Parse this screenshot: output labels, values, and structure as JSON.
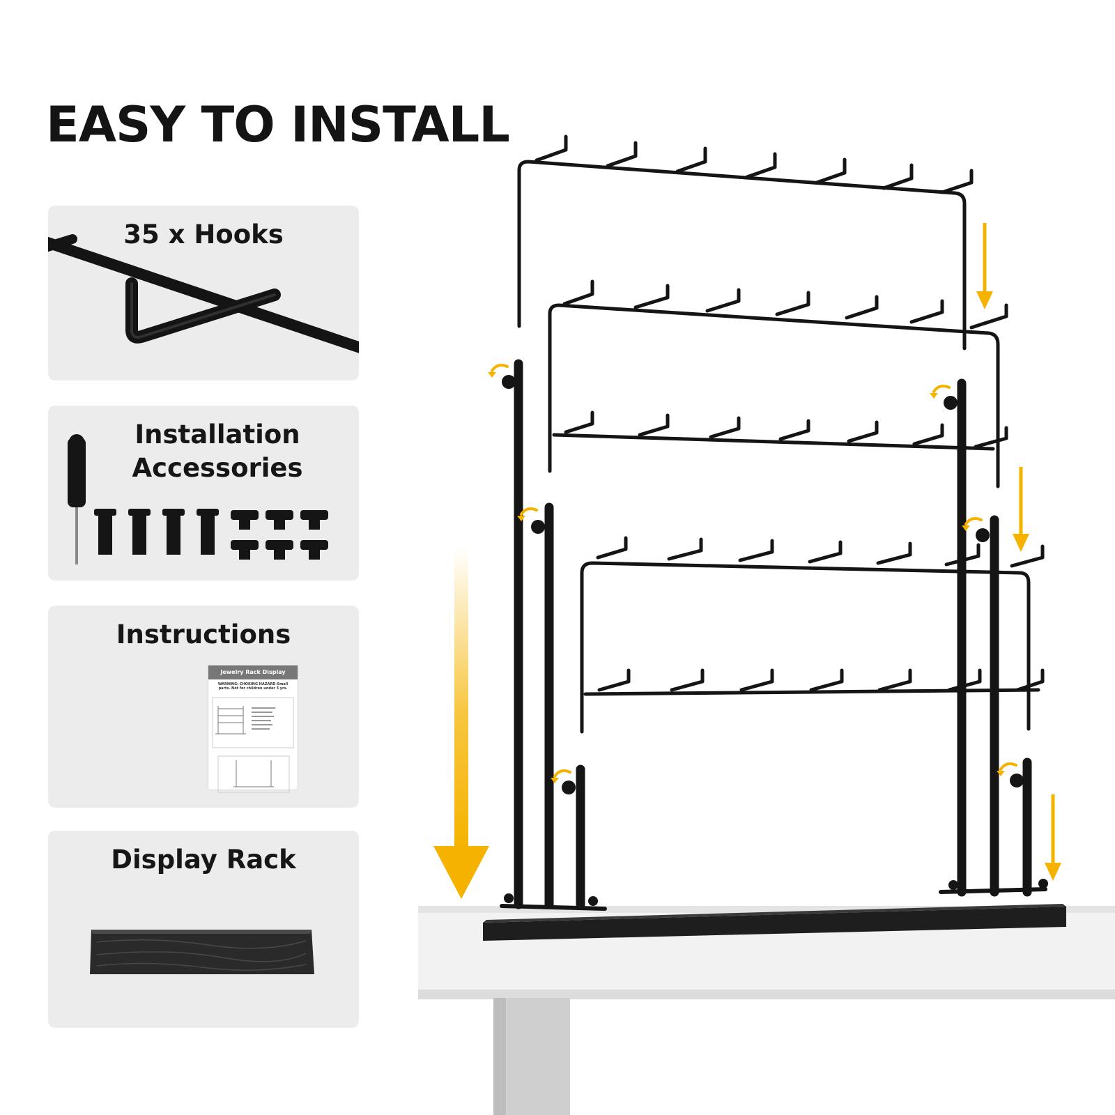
{
  "headline": "EASY TO INSTALL",
  "cards": {
    "hooks": {
      "title": "35 x Hooks",
      "icon": "hook-icon"
    },
    "accessories": {
      "title_line1": "Installation",
      "title_line2": "Accessories",
      "icon": "screwdriver-icon"
    },
    "instructions": {
      "title": "Instructions",
      "doc_title": "Jewelry Rack Display",
      "doc_warning": "WARNING: CHOKING HAZARD-Small parts. Not for children under 3 yrs."
    },
    "display_rack": {
      "title": "Display Rack",
      "icon": "wood-base-icon"
    }
  },
  "colors": {
    "accent": "#f5b300",
    "metal": "#151515",
    "card_bg": "#ececec",
    "table": "#f2f2f2"
  },
  "scene": {
    "icons": [
      "hanger-frame-icon",
      "down-arrow-icon",
      "rotate-arrow-icon",
      "table-icon"
    ]
  }
}
